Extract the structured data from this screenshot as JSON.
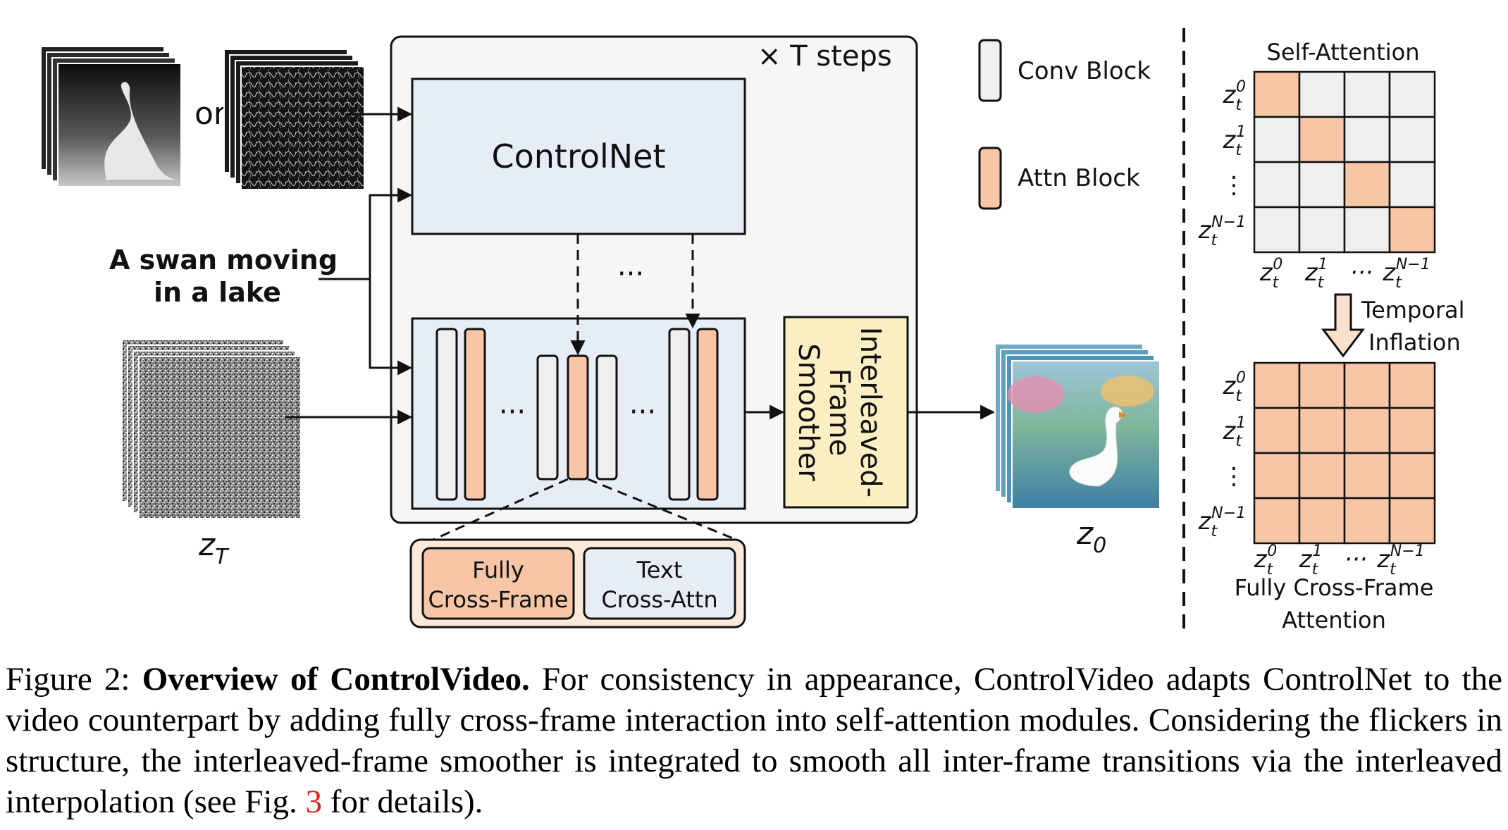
{
  "diagram": {
    "steps_label": "× T steps",
    "controlnet_label": "ControlNet",
    "or_label": "or",
    "prompt_lines": [
      "A swan moving",
      "in a lake"
    ],
    "latent_in_label": "z",
    "latent_in_sub": "T",
    "latent_out_label": "z",
    "latent_out_sub": "0",
    "ellipsis": "···",
    "smoother_lines": [
      "Interleaved-",
      "Frame",
      "Smoother"
    ],
    "detail_fully_lines": [
      "Fully",
      "Cross-Frame"
    ],
    "detail_text_lines": [
      "Text",
      "Cross-Attn"
    ],
    "legend": {
      "conv_label": "Conv Block",
      "attn_label": "Attn Block"
    },
    "self_attention": {
      "title": "Self-Attention",
      "row_labels": [
        {
          "base": "z",
          "sub": "t",
          "sup": "0"
        },
        {
          "base": "z",
          "sub": "t",
          "sup": "1"
        },
        {
          "base": "⋮",
          "sub": "",
          "sup": ""
        },
        {
          "base": "z",
          "sub": "t",
          "sup": "N−1"
        }
      ],
      "col_labels": [
        {
          "base": "z",
          "sub": "t",
          "sup": "0"
        },
        {
          "base": "z",
          "sub": "t",
          "sup": "1"
        },
        {
          "base": "···",
          "sub": "",
          "sup": ""
        },
        {
          "base": "z",
          "sub": "t",
          "sup": "N−1"
        }
      ]
    },
    "temporal_inflation_lines": [
      "Temporal",
      "Inflation"
    ],
    "cross_frame": {
      "title_lines": [
        "Fully Cross-Frame",
        "Attention"
      ]
    },
    "colors": {
      "conv": "#efefef",
      "attn": "#f6c6a6",
      "controlnet": "#e6edf6",
      "smoother": "#fcefc4",
      "panel": "#f6f6f6"
    }
  },
  "caption": {
    "prefix": "Figure 2: ",
    "bold": "Overview of ControlVideo.",
    "text_1": " For consistency in appearance, ControlVideo adapts ControlNet to the video counterpart by adding fully cross-frame interaction into self-attention modules. Considering the flickers in structure, the interleaved-frame smoother is integrated to smooth all inter-frame transitions via the interleaved interpolation (see Fig. ",
    "ref": "3",
    "text_2": " for details)."
  }
}
